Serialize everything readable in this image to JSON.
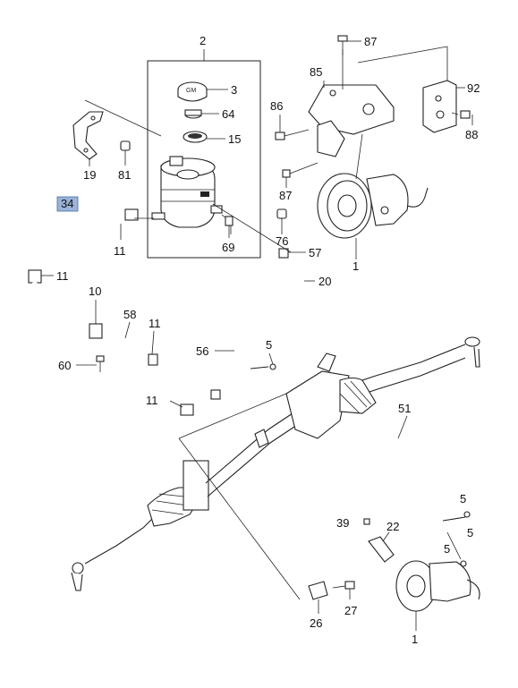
{
  "diagram": {
    "labels": {
      "p1a": "1",
      "p1b": "1",
      "p2": "2",
      "p3": "3",
      "p5a": "5",
      "p5b": "5",
      "p5c": "5",
      "p5d": "5",
      "p10": "10",
      "p11a": "11",
      "p11b": "11",
      "p11c": "11",
      "p11d": "11",
      "p15": "15",
      "p19": "19",
      "p20": "20",
      "p22": "22",
      "p26": "26",
      "p27": "27",
      "p34": "34",
      "p39": "39",
      "p51": "51",
      "p56": "56",
      "p57": "57",
      "p58": "58",
      "p60": "60",
      "p64": "64",
      "p69": "69",
      "p76": "76",
      "p81": "81",
      "p85": "85",
      "p86": "86",
      "p87a": "87",
      "p87b": "87",
      "p88": "88",
      "p92": "92"
    },
    "highlighted_part": "34",
    "highlight_color": "#9ab3d8",
    "line_color": "#222222"
  }
}
